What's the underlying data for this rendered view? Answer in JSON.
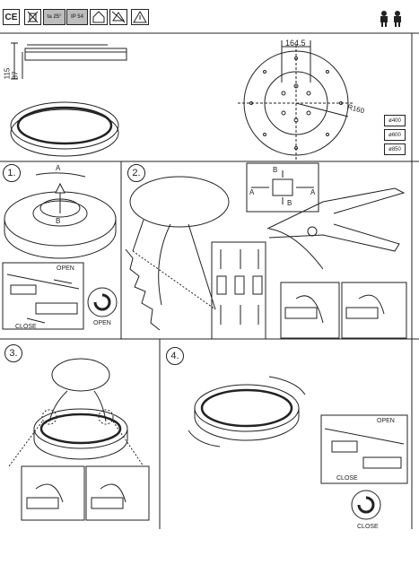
{
  "header": {
    "ce_mark": "CE",
    "temperature": "ta 25°",
    "ip_rating": "IP 54"
  },
  "dimensions": {
    "width_top": "164.5",
    "height_total": "115",
    "height_body": "87",
    "radius": "R160",
    "diameters": [
      "ø400",
      "ø600",
      "ø850"
    ]
  },
  "steps": {
    "step1": "1.",
    "step2": "2.",
    "step3": "3.",
    "step4": "4."
  },
  "labels": {
    "arrow_a": "A",
    "arrow_b": "B",
    "open": "OPEN",
    "close": "CLOSE"
  }
}
